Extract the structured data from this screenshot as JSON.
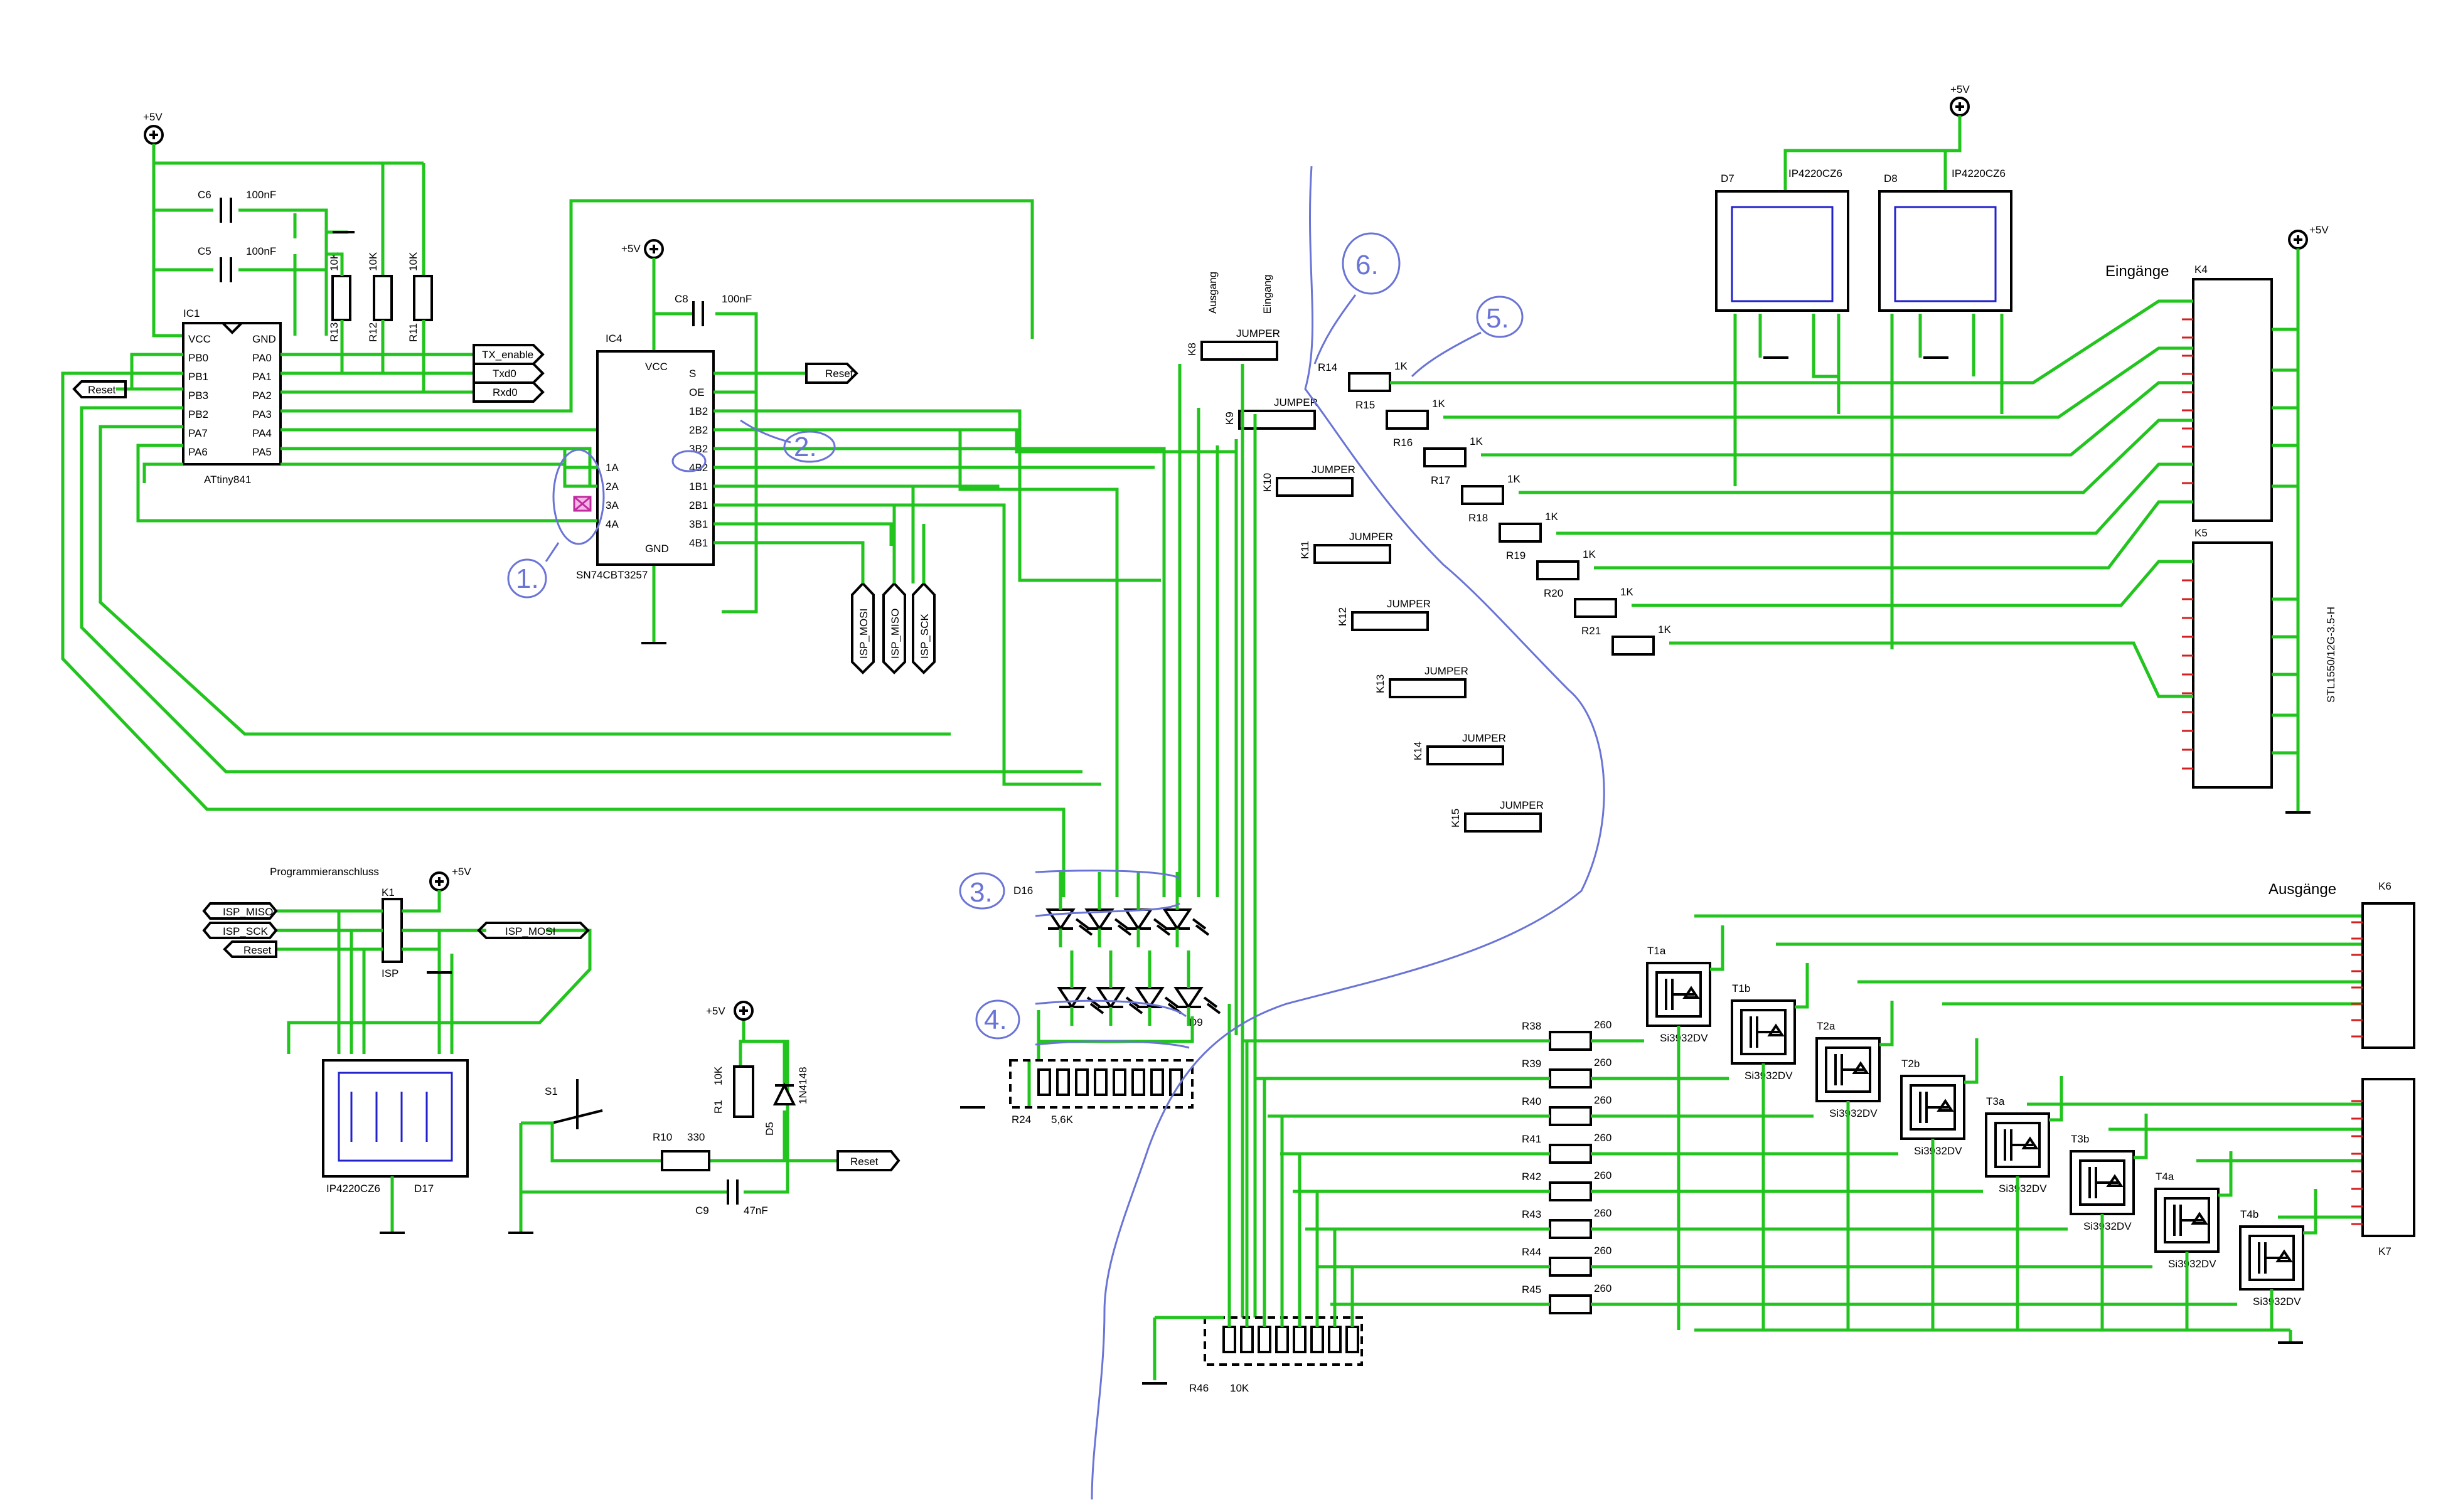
{
  "power": "+5V",
  "ic1": {
    "ref": "IC1",
    "part": "ATtiny841",
    "left_pins": [
      "VCC",
      "PB0",
      "PB1",
      "PB3",
      "PB2",
      "PA7",
      "PA6"
    ],
    "right_pins": [
      "GND",
      "PA0",
      "PA1",
      "PA2",
      "PA3",
      "PA4",
      "PA5"
    ]
  },
  "ic4": {
    "ref": "IC4",
    "part": "SN74CBT3257",
    "vcc": "VCC",
    "gnd": "GND",
    "left_pins": [
      "1A",
      "2A",
      "3A",
      "4A"
    ],
    "right_pins": [
      "S",
      "OE",
      "1B2",
      "2B2",
      "3B2",
      "4B2",
      "1B1",
      "2B1",
      "3B1",
      "4B1"
    ]
  },
  "caps": {
    "c6": "C6",
    "c5": "C5",
    "c8": "C8",
    "v100n": "100nF",
    "c9": "C9",
    "v47n": "47nF"
  },
  "pullups": {
    "r13": "R13",
    "r12": "R12",
    "r11": "R11",
    "val": "10K"
  },
  "signals": {
    "tx_enable": "TX_enable",
    "txd": "Txd0",
    "rxd": "Rxd0",
    "reset": "Reset",
    "isp_mosi": "ISP_MOSI",
    "isp_miso": "ISP_MISO",
    "isp_sck": "ISP_SCK"
  },
  "programming": {
    "title": "Programmieranschluss",
    "k1": "K1",
    "isp": "ISP"
  },
  "d17": {
    "ref": "D17",
    "part": "IP4220CZ6"
  },
  "d7": {
    "ref": "D7",
    "part": "IP4220CZ6"
  },
  "d8": {
    "ref": "D8",
    "part": "IP4220CZ6"
  },
  "reset_circuit": {
    "s1": "S1",
    "r10": "R10",
    "r10v": "330",
    "r1": "R1",
    "r1v": "10K",
    "d5": "D5",
    "d5v": "1N4148"
  },
  "jumper_header": {
    "ausgang": "Ausgang",
    "eingang": "Eingang",
    "jumper": "JUMPER"
  },
  "jumpers": [
    "K8",
    "K9",
    "K10",
    "K11",
    "K12",
    "K13",
    "K14",
    "K15"
  ],
  "input_resistors": [
    {
      "ref": "R14",
      "val": "1K"
    },
    {
      "ref": "R15",
      "val": "1K"
    },
    {
      "ref": "R16",
      "val": "1K"
    },
    {
      "ref": "R17",
      "val": "1K"
    },
    {
      "ref": "R18",
      "val": "1K"
    },
    {
      "ref": "R19",
      "val": "1K"
    },
    {
      "ref": "R20",
      "val": "1K"
    },
    {
      "ref": "R21",
      "val": "1K"
    }
  ],
  "leds": {
    "d16": "D16",
    "d9": "D9",
    "r24": "R24",
    "r24v": "5,6K"
  },
  "r46": {
    "ref": "R46",
    "val": "10K"
  },
  "gate_resistors": [
    {
      "ref": "R38",
      "val": "260"
    },
    {
      "ref": "R39",
      "val": "260"
    },
    {
      "ref": "R40",
      "val": "260"
    },
    {
      "ref": "R41",
      "val": "260"
    },
    {
      "ref": "R42",
      "val": "260"
    },
    {
      "ref": "R43",
      "val": "260"
    },
    {
      "ref": "R44",
      "val": "260"
    },
    {
      "ref": "R45",
      "val": "260"
    }
  ],
  "transistors": [
    {
      "ref": "T1a",
      "part": "Si3932DV"
    },
    {
      "ref": "T1b",
      "part": "Si3932DV"
    },
    {
      "ref": "T2a",
      "part": "Si3932DV"
    },
    {
      "ref": "T2b",
      "part": "Si3932DV"
    },
    {
      "ref": "T3a",
      "part": "Si3932DV"
    },
    {
      "ref": "T3b",
      "part": "Si3932DV"
    },
    {
      "ref": "T4a",
      "part": "Si3932DV"
    },
    {
      "ref": "T4b",
      "part": "Si3932DV"
    }
  ],
  "inputs": {
    "title": "Eingänge",
    "k4": "K4",
    "k5": "K5",
    "connector": "STL1550/12G-3.5-H"
  },
  "outputs": {
    "title": "Ausgänge",
    "k6": "K6",
    "k7": "K7"
  },
  "annotations": [
    "1.",
    "2.",
    "3.",
    "4.",
    "5.",
    "6."
  ]
}
